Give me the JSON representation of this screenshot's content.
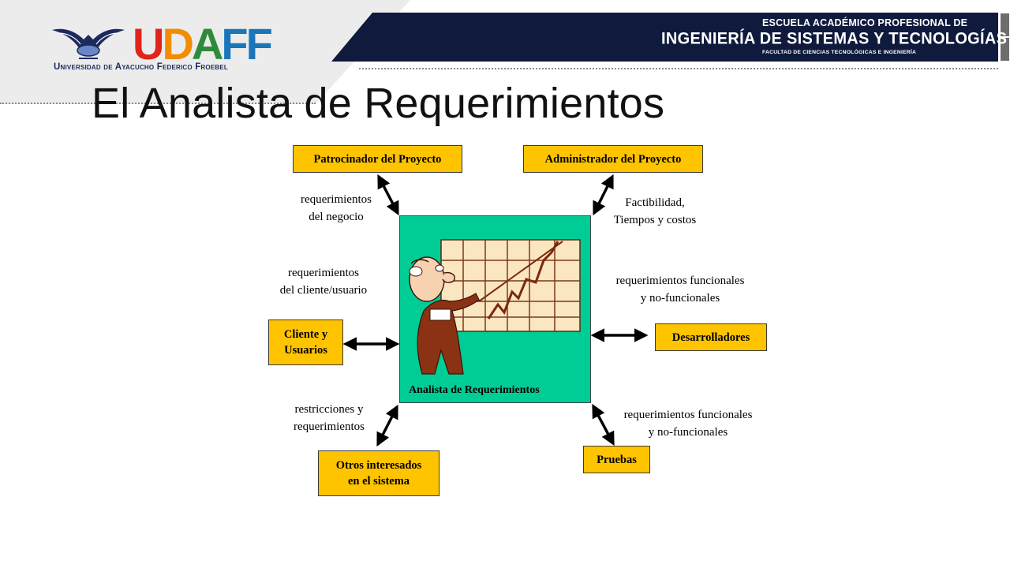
{
  "header": {
    "logo_text": [
      "U",
      "D",
      "A",
      "F",
      "F"
    ],
    "logo_colors": [
      "#e2231a",
      "#f28c00",
      "#2e8b3a",
      "#1b75bb",
      "#1b75bb"
    ],
    "university": "Universidad de Ayacucho Federico Froebel",
    "school_line1": "ESCUELA ACADÉMICO PROFESIONAL DE",
    "school_line2": "INGENIERÍA DE SISTEMAS Y TECNOLOGÍAS",
    "school_line3": "FACULTAD DE CIENCIAS TECNOLÓGICAS E INGENIERÍA",
    "banner_color": "#0f1a3d"
  },
  "slide": {
    "title": "El Analista de Requerimientos"
  },
  "diagram": {
    "center_label": "Analista de Requerimientos",
    "center_color": "#00cc96",
    "box_color": "#ffc400",
    "nodes": {
      "patrocinador": "Patrocinador del Proyecto",
      "administrador": "Administrador del Proyecto",
      "cliente": "Cliente y\nUsuarios",
      "desarrolladores": "Desarrolladores",
      "otros": "Otros interesados\nen el sistema",
      "pruebas": "Pruebas"
    },
    "edge_labels": {
      "negocio": "requerimientos\ndel negocio",
      "factibilidad": "Factibilidad,\nTiempos y costos",
      "cliente_usuario": "requerimientos\ndel cliente/usuario",
      "funcionales_dev": "requerimientos funcionales\ny no-funcionales",
      "restricciones": "restricciones y\nrequerimientos",
      "funcionales_pruebas": "requerimientos funcionales\ny no-funcionales"
    }
  }
}
